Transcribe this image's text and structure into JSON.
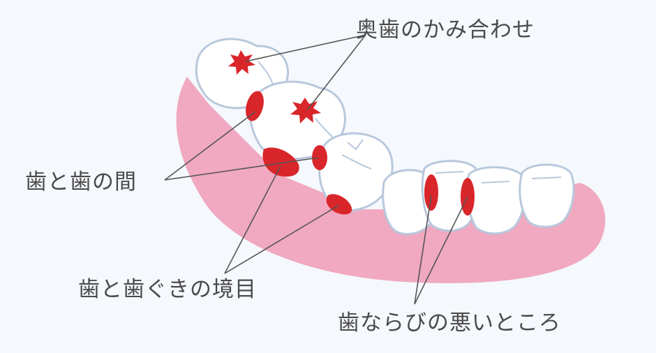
{
  "labels": {
    "molar_bite": "奥歯のかみ合わせ",
    "between_teeth": "歯と歯の間",
    "tooth_gum_border": "歯と歯ぐきの境目",
    "crowded_teeth": "歯ならびの悪いところ"
  },
  "colors": {
    "background": "#f5f8fc",
    "gum": "#f0a9c0",
    "tooth": "#ffffff",
    "tooth_outline": "#b8c8dc",
    "plaque": "#d9262b",
    "leader_line": "#555555",
    "text": "#4a4a4a"
  }
}
